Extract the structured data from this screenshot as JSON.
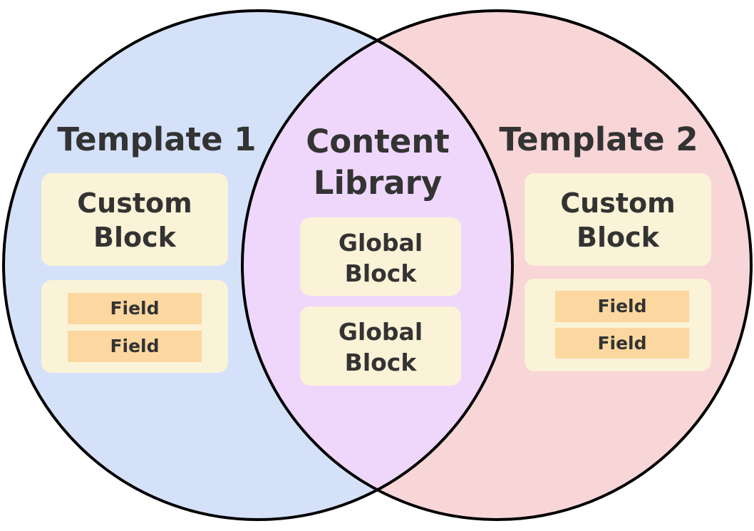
{
  "diagram": {
    "left_circle": {
      "title": "Template 1",
      "fill": "#d5e1f9"
    },
    "right_circle": {
      "title": "Template 2",
      "fill": "#f8d5d6"
    },
    "overlap": {
      "title": "Content Library",
      "fill": "#efd7fb"
    },
    "stroke_color": "#000000",
    "left_blocks": {
      "custom_block": "Custom Block",
      "fields": [
        "Field",
        "Field"
      ]
    },
    "right_blocks": {
      "custom_block": "Custom Block",
      "fields": [
        "Field",
        "Field"
      ]
    },
    "center_blocks": [
      "Global Block",
      "Global Block"
    ],
    "block_fill": "#fbf3d7",
    "field_fill": "#fcd79f"
  }
}
